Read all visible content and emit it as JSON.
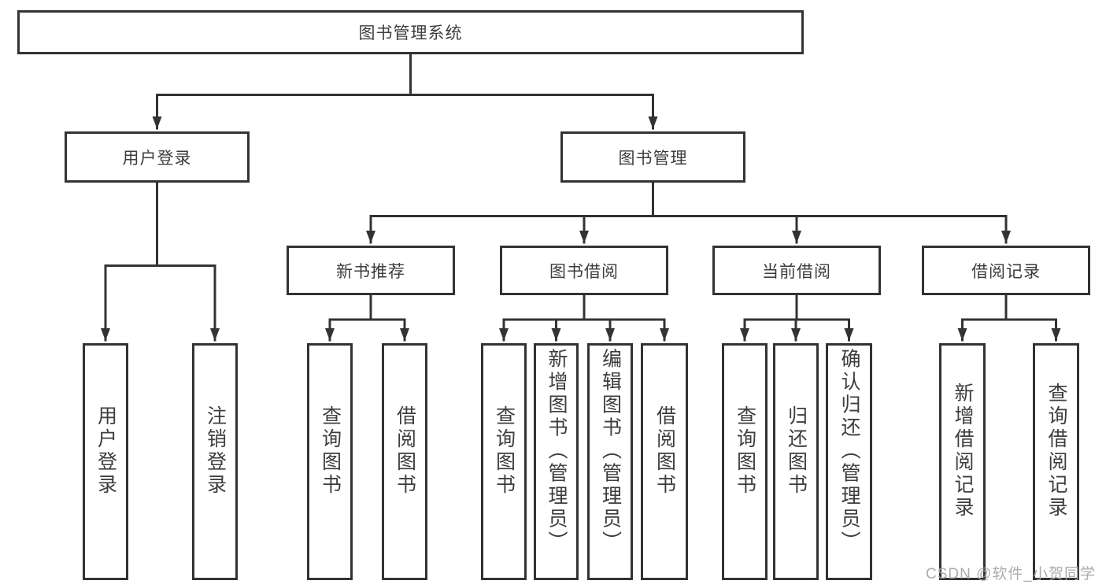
{
  "colors": {
    "line": "#333333",
    "box_border": "#333333",
    "box_fill": "#ffffff",
    "text": "#3d3d3d",
    "background": "#ffffff",
    "watermark": "#a5a5a5"
  },
  "tree": {
    "label": "图书管理系统",
    "children": [
      {
        "label": "用户登录",
        "children": [
          {
            "label": "用户登录"
          },
          {
            "label": "注销登录"
          }
        ]
      },
      {
        "label": "图书管理",
        "children": [
          {
            "label": "新书推荐",
            "children": [
              {
                "label": "查询图书"
              },
              {
                "label": "借阅图书"
              }
            ]
          },
          {
            "label": "图书借阅",
            "children": [
              {
                "label": "查询图书"
              },
              {
                "label": "新增图书（管理员）"
              },
              {
                "label": "编辑图书（管理员）"
              },
              {
                "label": "借阅图书"
              }
            ]
          },
          {
            "label": "当前借阅",
            "children": [
              {
                "label": "查询图书"
              },
              {
                "label": "归还图书"
              },
              {
                "label": "确认归还（管理员）"
              }
            ]
          },
          {
            "label": "借阅记录",
            "children": [
              {
                "label": "新增借阅记录"
              },
              {
                "label": "查询借阅记录"
              }
            ]
          }
        ]
      }
    ]
  },
  "watermark": "CSDN @软件_小贺同学"
}
